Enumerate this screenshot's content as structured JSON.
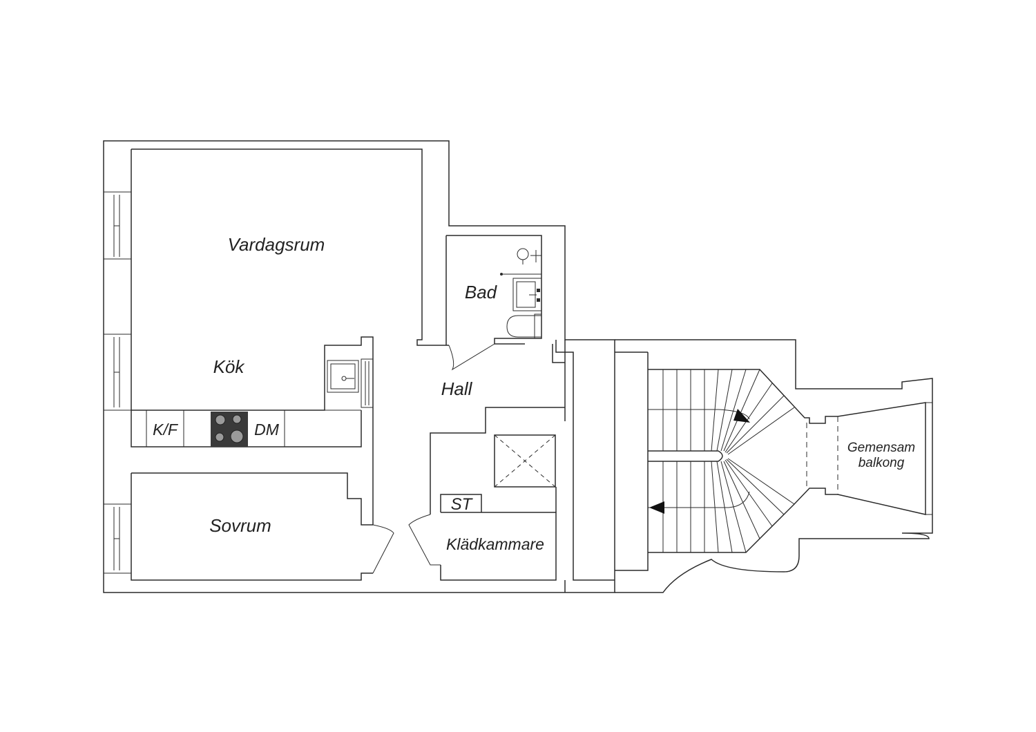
{
  "rooms": {
    "vardagsrum": "Vardagsrum",
    "kok": "Kök",
    "bad": "Bad",
    "hall": "Hall",
    "sovrum": "Sovrum",
    "kladkammare": "Klädkammare",
    "st": "ST",
    "balkong_line1": "Gemensam",
    "balkong_line2": "balkong"
  },
  "fixtures": {
    "kf": "K/F",
    "dm": "DM"
  },
  "colors": {
    "wall": "#2a2a2a",
    "stove": "#3a3a3a",
    "text": "#222222"
  }
}
